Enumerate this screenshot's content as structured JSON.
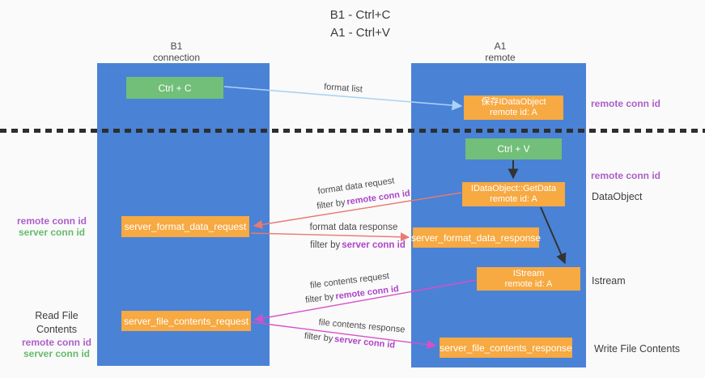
{
  "title": {
    "line1": "B1 - Ctrl+C",
    "line2": "A1 - Ctrl+V"
  },
  "lanes": {
    "left": {
      "name": "B1",
      "role": "connection"
    },
    "right": {
      "name": "A1",
      "role": "remote"
    }
  },
  "nodes": {
    "ctrl_c": {
      "label": "Ctrl + C"
    },
    "save_idataobject": {
      "line1": "保存IDataObject",
      "line2": "remote id: A"
    },
    "ctrl_v": {
      "label": "Ctrl + V"
    },
    "getdata": {
      "line1": "IDataObject::GetData",
      "line2": "remote id: A"
    },
    "format_request": {
      "label": "server_format_data_request"
    },
    "format_response": {
      "label": "server_format_data_response"
    },
    "istream": {
      "line1": "IStream",
      "line2": "remote id: A"
    },
    "file_request": {
      "label": "server_file_contents_request"
    },
    "file_response": {
      "label": "server_file_contents_response"
    }
  },
  "edges": {
    "format_list": {
      "label": "format list"
    },
    "format_data_request": {
      "label": "format data request",
      "filter_prefix": "filter by",
      "filter_key": "remote conn id"
    },
    "format_data_response": {
      "label": "format data response",
      "filter_prefix": "filter by",
      "filter_key": "server conn id"
    },
    "file_contents_request": {
      "label": "file contents request",
      "filter_prefix": "filter by",
      "filter_key": "remote conn id"
    },
    "file_contents_response": {
      "label": "file contents response",
      "filter_prefix": "filter by",
      "filter_key": "server conn id"
    }
  },
  "annotations": {
    "right_top_remote_conn_id": "remote conn id",
    "right_mid_remote_conn_id": "remote conn id",
    "dataobject": "DataObject",
    "istream": "Istream",
    "write_file_contents": "Write File Contents",
    "left_format_remote_conn_id": "remote conn id",
    "left_format_server_conn_id": "server conn id",
    "read_file_contents": "Read File Contents",
    "left_file_remote_conn_id": "remote conn id",
    "left_file_server_conn_id": "server conn id"
  },
  "colors": {
    "lane_blue": "#4a82d6",
    "box_green": "#71bf78",
    "box_orange": "#f7a942",
    "arrow_lightblue": "#a9d3f2",
    "arrow_red": "#e87a72",
    "arrow_magenta": "#d650c8",
    "arrow_black": "#333333",
    "text_purple": "#ab5fc8",
    "text_green": "#66bb6a"
  }
}
